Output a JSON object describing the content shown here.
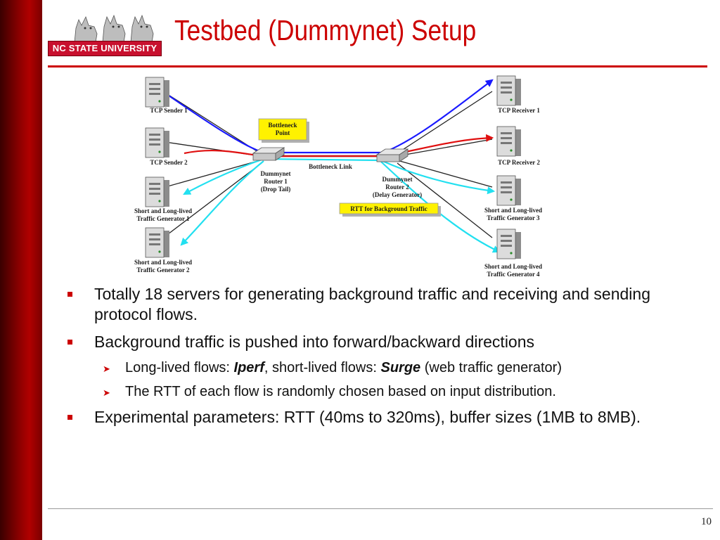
{
  "slide": {
    "title": "Testbed (Dummynet) Setup",
    "logo_text": "NC STATE UNIVERSITY",
    "page_number": "10"
  },
  "diagram": {
    "nodes": {
      "tcp_sender_1": "TCP Sender 1",
      "tcp_sender_2": "TCP Sender 2",
      "gen_1_line1": "Short and Long-lived",
      "gen_1_line2": "Traffic Generator 1",
      "gen_2_line1": "Short and Long-lived",
      "gen_2_line2": "Traffic Generator 2",
      "tcp_receiver_1": "TCP Receiver 1",
      "tcp_receiver_2": "TCP Receiver 2",
      "gen_3_line1": "Short and Long-lived",
      "gen_3_line2": "Traffic Generator 3",
      "gen_4_line1": "Short and Long-lived",
      "gen_4_line2": "Traffic Generator 4",
      "router_1_line1": "Dummynet",
      "router_1_line2": "Router 1",
      "router_1_line3": "(Drop Tail)",
      "router_2_line1": "Dummynet",
      "router_2_line2": "Router 2",
      "router_2_line3": "(Delay Generator)"
    },
    "labels": {
      "bottleneck_point_line1": "Bottleneck",
      "bottleneck_point_line2": "Point",
      "bottleneck_link": "Bottleneck Link",
      "rtt_background": "RTT for Background Traffic"
    },
    "colors": {
      "flow_blue": "#1a1aff",
      "flow_red": "#e01010",
      "flow_cyan": "#22e0f0",
      "link_black": "#222222",
      "callout_yellow": "#fff200"
    }
  },
  "bullets": [
    {
      "text": "Totally 18 servers for generating background traffic and receiving and sending protocol flows."
    },
    {
      "text": "Background traffic is pushed into forward/backward directions"
    },
    {
      "prefix": "Long-lived flows: ",
      "em1": "Iperf",
      "mid": ", short-lived flows: ",
      "em2": "Surge",
      "suffix": " (web traffic generator)"
    },
    {
      "text": "The RTT of each flow is randomly chosen based on input distribution."
    },
    {
      "text": "Experimental parameters: RTT (40ms to 320ms), buffer sizes (1MB to 8MB)."
    }
  ]
}
